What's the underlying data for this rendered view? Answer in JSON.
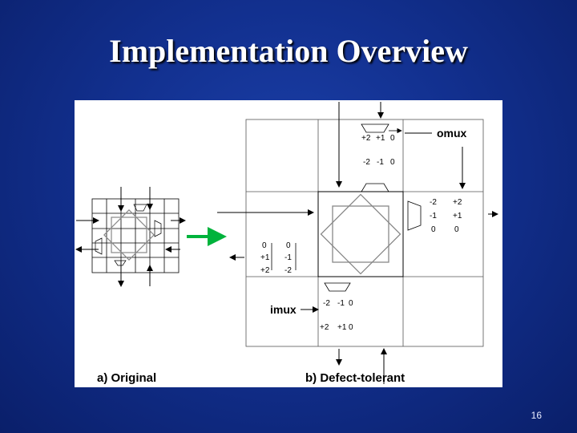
{
  "slide": {
    "title": "Implementation Overview",
    "number": "16"
  },
  "figure": {
    "caption_a": "a) Original",
    "caption_b": "b) Defect-tolerant",
    "omux_label": "omux",
    "imux_label": "imux",
    "top_mux": {
      "row1": [
        "+2",
        "+1",
        "0"
      ],
      "row2": [
        "-2",
        "-1",
        "0"
      ]
    },
    "right_mux": {
      "col1": [
        "-2",
        "-1",
        "0"
      ],
      "col2": [
        "+2",
        "+1",
        "0"
      ]
    },
    "left_mux": {
      "col1": [
        "0",
        "+1",
        "+2"
      ],
      "col2": [
        "0",
        "-1",
        "-2"
      ]
    },
    "bottom_mux": {
      "row1": [
        "-2",
        "-1",
        "0"
      ],
      "row2": [
        "+2",
        "+1",
        "0"
      ]
    }
  }
}
